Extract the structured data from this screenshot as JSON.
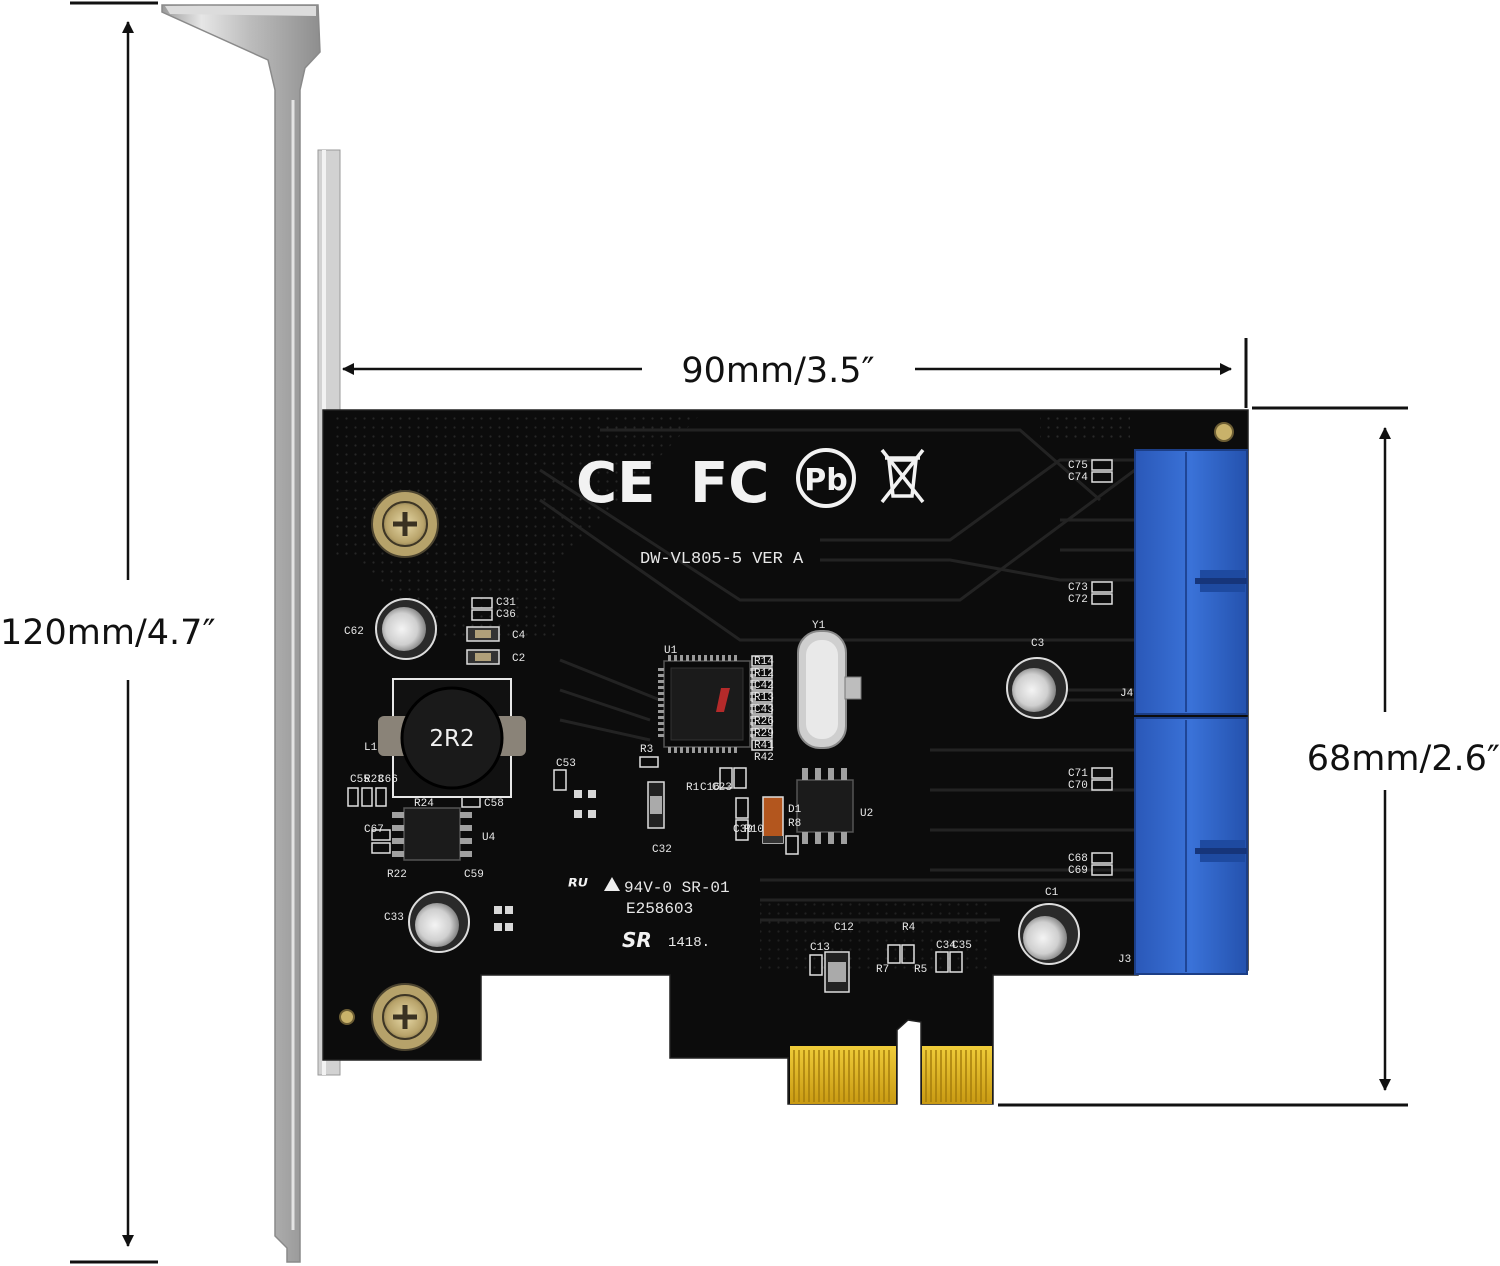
{
  "dimensions": {
    "height_label": "120mm/4.7″",
    "width_label": "90mm/3.5″",
    "pcb_height_label": "68mm/2.6″"
  },
  "pcb": {
    "model": "DW-VL805-5 VER A",
    "cert_marks": [
      "CE",
      "FC",
      "Pb"
    ],
    "ul_rating": "94V-0 SR-01",
    "ul_file": "E258603",
    "date_code": "1418.",
    "inductor_value": "2R2",
    "refs": {
      "u1": "U1",
      "u2": "U2",
      "u4": "U4",
      "l1": "L1",
      "c1": "C1",
      "c2": "C2",
      "c3": "C3",
      "c4": "C4",
      "c12": "C12",
      "c13": "C13",
      "c16": "C16",
      "c23": "C23",
      "c31": "C31",
      "c32": "C32",
      "c33": "C33",
      "c34": "C34",
      "c35": "C35",
      "c36": "C36",
      "c39": "C39",
      "c42": "C42",
      "c43": "C43",
      "c53": "C53",
      "c55": "C55",
      "c58": "C58",
      "c59": "C59",
      "c62": "C62",
      "c66": "C66",
      "c67": "C67",
      "c68": "C68",
      "c69": "C69",
      "c70": "C70",
      "c71": "C71",
      "c72": "C72",
      "c73": "C73",
      "c74": "C74",
      "c75": "C75",
      "r1": "R1",
      "r3": "R3",
      "r4": "R4",
      "r5": "R5",
      "r7": "R7",
      "r8": "R8",
      "r10": "R10",
      "r12": "R12",
      "r13": "R13",
      "r14": "R14",
      "r22": "R22",
      "r23": "R23",
      "r24": "R24",
      "r26": "R26",
      "r29": "R29",
      "r41": "R41",
      "r42": "R42",
      "d1": "D1",
      "y1": "Y1",
      "j3": "J3",
      "j4": "J4"
    }
  },
  "colors": {
    "pcb": "#0c0c0c",
    "bracket": "#c9c9c9",
    "connector": "#2f64c8",
    "gold_fingers": "#e2b422"
  }
}
